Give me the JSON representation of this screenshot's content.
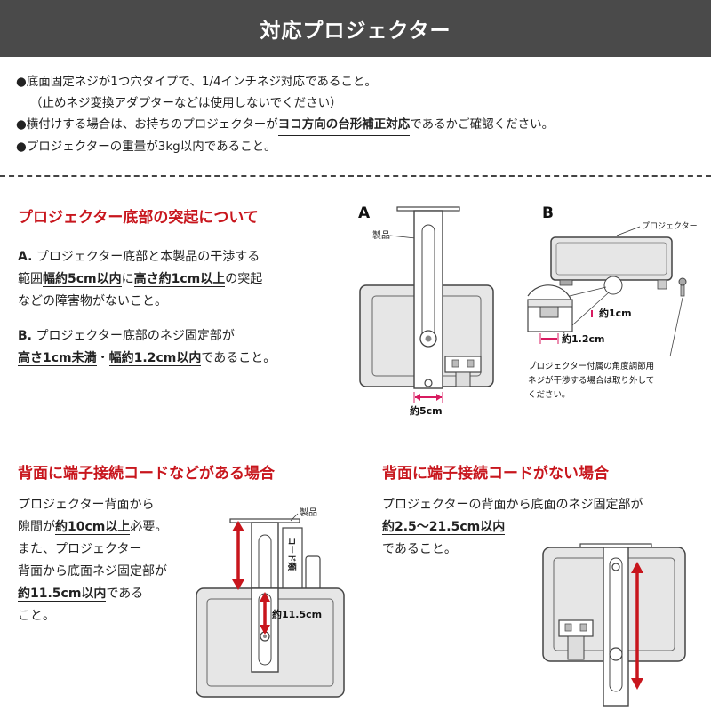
{
  "header": {
    "title": "対応プロジェクター"
  },
  "notes": {
    "line1": "●底面固定ネジが1つ穴タイプで、1/4インチネジ対応であること。",
    "line2": "（止めネジ変換アダプターなどは使用しないでください）",
    "line3_pre": "●横付けする場合は、お持ちのプロジェクターが",
    "line3_em": "ヨコ方向の台形補正対応",
    "line3_post": "であるかご確認ください。",
    "line4": "●プロジェクターの重量が3kg以内であること。"
  },
  "bottom_section": {
    "title": "プロジェクター底部の突起について",
    "a_label": "A.",
    "a_line1": " プロジェクター底部と本製品の干渉する",
    "a_line2_pre": "範囲",
    "a_line2_em1": "幅約5cm以内",
    "a_line2_mid": "に",
    "a_line2_em2": "高さ約1cm以上",
    "a_line2_post": "の突起",
    "a_line3": "などの障害物がないこと。",
    "b_label": "B.",
    "b_line1": " プロジェクター底部のネジ固定部が",
    "b_line2_em1": "高さ1cm未満",
    "b_line2_mid": "・",
    "b_line2_em2": "幅約1.2cm以内",
    "b_line2_post": "であること。"
  },
  "diagram_a": {
    "label": "A",
    "product": "製品",
    "width": "約5cm"
  },
  "diagram_b": {
    "label": "B",
    "projector": "プロジェクター",
    "height": "約1cm",
    "width": "約1.2cm",
    "note1": "プロジェクター付属の角度調節用",
    "note2": "ネジが干渉する場合は取り外して",
    "note3": "ください。"
  },
  "with_cord": {
    "title": "背面に端子接続コードなどがある場合",
    "line1": "プロジェクター背面から",
    "line2_pre": "隙間が",
    "line2_em": "約10cm以上",
    "line2_post": "必要。",
    "line3": "また、プロジェクター",
    "line4": "背面から底面ネジ固定部が",
    "line5_em": "約11.5cm以内",
    "line5_post": "である",
    "line6": "こと。",
    "product": "製品",
    "cord": "コード類",
    "distance": "約11.5cm"
  },
  "without_cord": {
    "title": "背面に端子接続コードがない場合",
    "line1": "プロジェクターの背面から底面のネジ固定部が",
    "line2_em": "約2.5〜21.5cm以内",
    "line3": "であること。"
  },
  "colors": {
    "header_bg": "#4a4a4a",
    "accent_red": "#c8161d",
    "device_gray": "#e6e6e6",
    "dimension_pink": "#d81b60"
  }
}
